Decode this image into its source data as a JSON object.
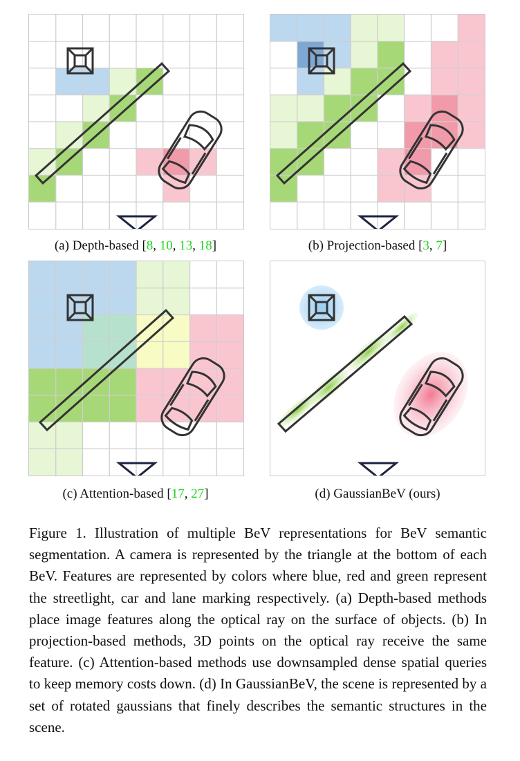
{
  "panels": [
    {
      "id": "a",
      "label": "(a) Depth-based",
      "refs": [
        "8",
        "10",
        "13",
        "18"
      ]
    },
    {
      "id": "b",
      "label": "(b) Projection-based",
      "refs": [
        "3",
        "7"
      ]
    },
    {
      "id": "c",
      "label": "(c) Attention-based",
      "refs": [
        "17",
        "27"
      ]
    },
    {
      "id": "d",
      "label": "(d) GaussianBeV (ours)",
      "refs": []
    }
  ],
  "colors": {
    "streetlight_blue": "#bcd8ef",
    "streetlight_dark": "#9cc2e4",
    "car_red": "#f9c6d0",
    "car_dark": "#f19aaa",
    "lane_green_light": "#e7f6d4",
    "lane_green": "#a7d877",
    "attention_yellow": "#f8fbc4",
    "attention_teal": "#b6e1cc",
    "grid_line": "#cfcfcf",
    "outline": "#333333",
    "ref_green": "#1fd41f"
  },
  "icons": [
    "streetlight-icon",
    "lane-marking-icon",
    "car-icon",
    "camera-triangle-icon"
  ],
  "figure_caption": "Figure 1.  Illustration of multiple BeV representations for BeV semantic segmentation. A camera is represented by the triangle at the bottom of each BeV. Features are represented by colors where blue, red and green represent the streetlight, car and lane marking respectively. (a) Depth-based methods place image features along the optical ray on the surface of objects.  (b) In projection-based methods, 3D points on the optical ray receive the same feature. (c) Attention-based methods use downsampled dense spatial queries to keep memory costs down.  (d) In GaussianBeV, the scene is represented by a set of rotated gaussians that finely describes the semantic structures in the scene."
}
